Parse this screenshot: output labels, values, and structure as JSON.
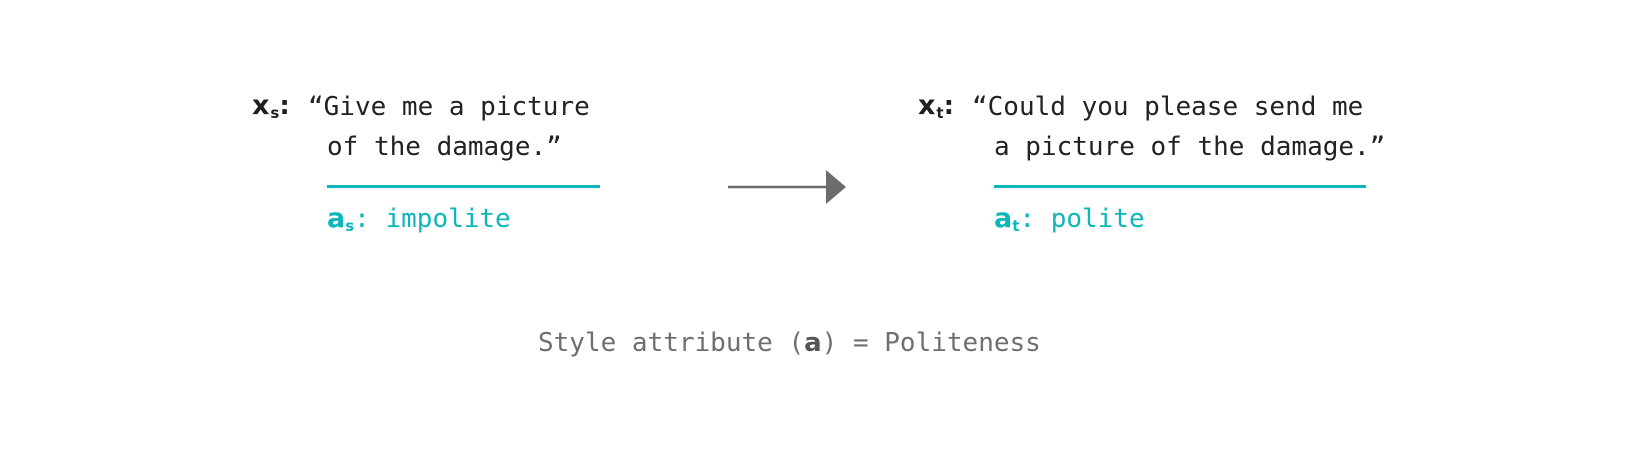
{
  "source": {
    "var": "x",
    "sub": "s",
    "colon": ":",
    "line1": "“Give me a picture",
    "line2": "of the damage.”",
    "attr_var": "a",
    "attr_sub": "s",
    "attr_colon": ":",
    "attr_value": "impolite"
  },
  "target": {
    "var": "x",
    "sub": "t",
    "colon": ":",
    "line1": "“Could you please send me",
    "line2": "a picture of the damage.”",
    "attr_var": "a",
    "attr_sub": "t",
    "attr_colon": ":",
    "attr_value": "polite"
  },
  "caption": {
    "prefix": "Style attribute (",
    "var": "a",
    "suffix": ") = Politeness"
  },
  "colors": {
    "accent": "#0db7b9",
    "arrow": "#6b6b70",
    "text": "#222222",
    "caption": "#6f6f6f"
  }
}
